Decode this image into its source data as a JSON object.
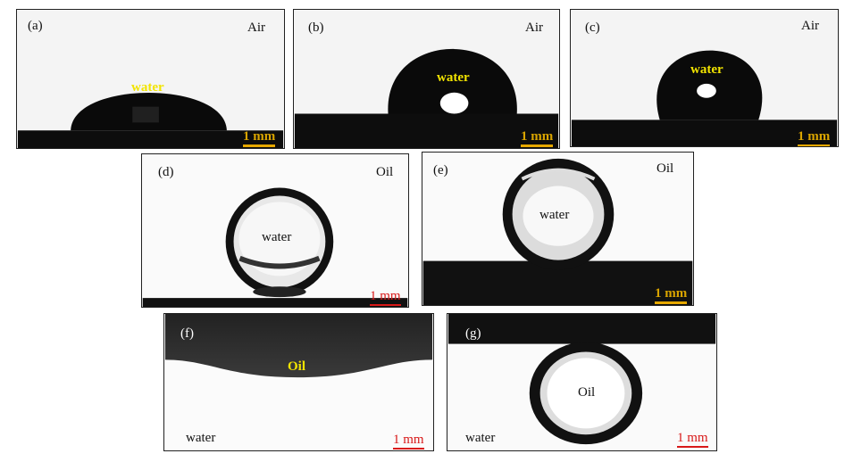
{
  "panels": [
    {
      "letter": "(a)",
      "medium": "Air",
      "drop": "water",
      "scale": "1 mm"
    },
    {
      "letter": "(b)",
      "medium": "Air",
      "drop": "water",
      "scale": "1 mm"
    },
    {
      "letter": "(c)",
      "medium": "Air",
      "drop": "water",
      "scale": "1 mm"
    },
    {
      "letter": "(d)",
      "medium": "Oil",
      "drop": "water",
      "scale": "1 mm"
    },
    {
      "letter": "(e)",
      "medium": "Oil",
      "drop": "water",
      "scale": "1 mm"
    },
    {
      "letter": "(f)",
      "medium": "water",
      "drop": "Oil",
      "scale": "1 mm"
    },
    {
      "letter": "(g)",
      "medium": "water",
      "drop": "Oil",
      "scale": "1 mm"
    }
  ],
  "colors": {
    "yellow_label": "#f2e400",
    "scale_yellow": "#e6a800",
    "scale_red": "#d81818",
    "droplet": "#0a0a0a"
  }
}
